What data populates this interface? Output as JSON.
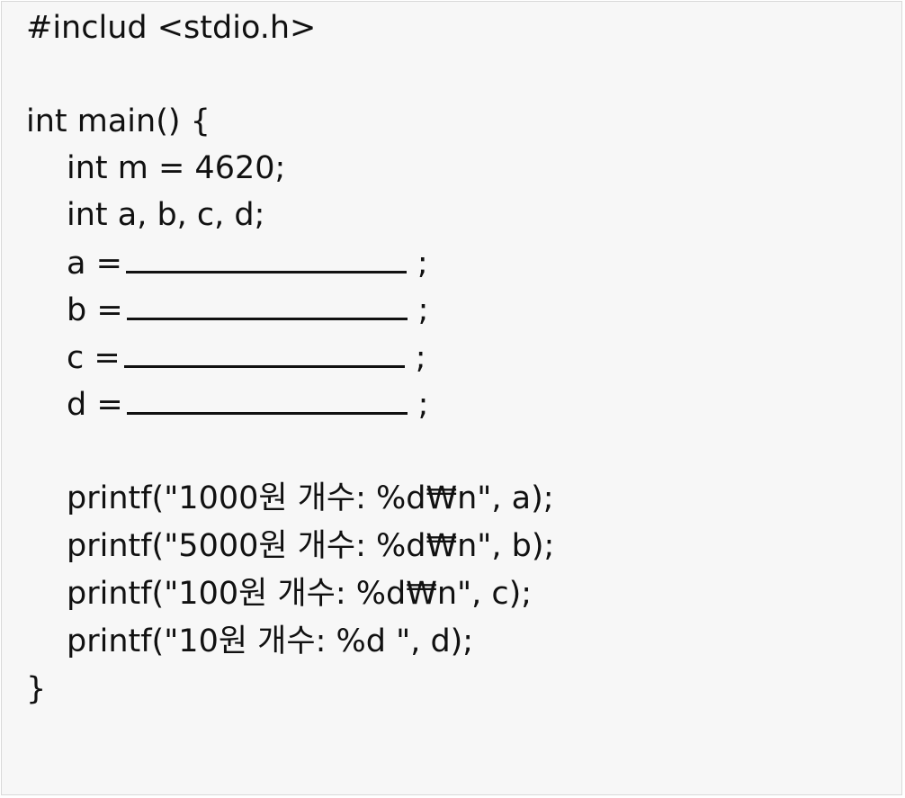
{
  "code": {
    "include": "#includ <stdio.h>",
    "main_open": "int main() {",
    "decl_m": "int m = 4620;",
    "decl_vars": "int a, b, c, d;",
    "assignments": [
      {
        "lhs": "a =",
        "end": ";"
      },
      {
        "lhs": "b =",
        "end": ";"
      },
      {
        "lhs": "c =",
        "end": ";"
      },
      {
        "lhs": "d =",
        "end": ";"
      }
    ],
    "printf_lines": [
      "printf(\"1000원 개수: %d₩n\", a);",
      "printf(\"5000원 개수: %d₩n\", b);",
      "printf(\"100원 개수: %d₩n\", c);",
      "printf(\"10원 개수: %d \", d);"
    ],
    "main_close": "}"
  }
}
